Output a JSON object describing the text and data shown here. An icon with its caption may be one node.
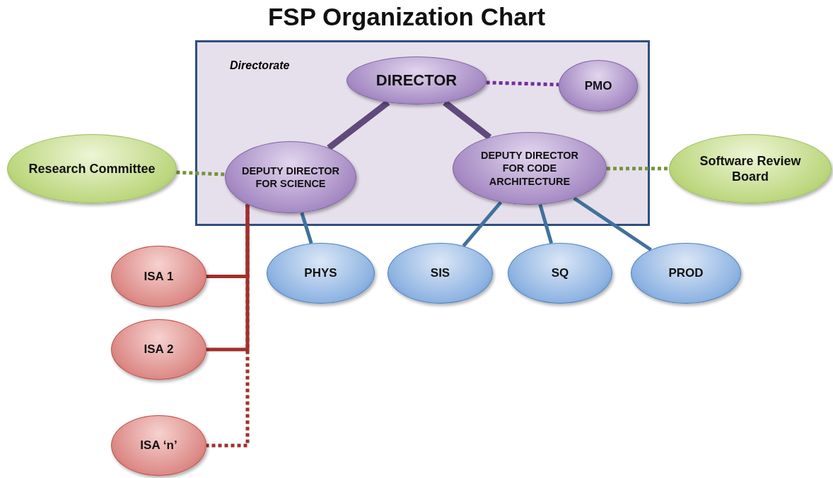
{
  "diagram": {
    "title": "FSP Organization Chart",
    "nodes": [
      {
        "text": [
          "Directorate"
        ]
      },
      {
        "text": [
          "DIRECTOR"
        ],
        "in": 0
      },
      {
        "text": [
          "PMO"
        ],
        "in": 0
      },
      {
        "text": [
          "Research Committee"
        ]
      },
      {
        "text": [
          "DEPUTY DIRECTOR FOR SCIENCE"
        ],
        "in": 0
      },
      {
        "text": [
          "DEPUTY DIRECTOR FOR CODE ARCHITECTURE"
        ],
        "in": 0
      },
      {
        "text": [
          "Software Review Board"
        ]
      },
      {
        "text": [
          "ISA 1"
        ]
      },
      {
        "text": [
          "PHYS"
        ]
      },
      {
        "text": [
          "SIS"
        ]
      },
      {
        "text": [
          "SQ"
        ]
      },
      {
        "text": [
          "PROD"
        ]
      },
      {
        "text": [
          "ISA 2"
        ]
      },
      {
        "text": [
          "ISA ‘n’"
        ]
      }
    ],
    "edges": [
      {
        "from": 1,
        "to": 2,
        "arrow": "none",
        "style": "dashed",
        "color": "#7030a0"
      },
      {
        "from": 1,
        "to": 4,
        "arrow": "none",
        "style": "thick",
        "color": "#604a7b"
      },
      {
        "from": 1,
        "to": 5,
        "arrow": "none",
        "style": "thick",
        "color": "#604a7b"
      },
      {
        "from": 3,
        "to": 4,
        "arrow": "none",
        "style": "dashed",
        "color": "#77933c"
      },
      {
        "from": 5,
        "to": 6,
        "arrow": "none",
        "style": "dashed",
        "color": "#77933c"
      },
      {
        "from": 4,
        "to": 8,
        "arrow": "none"
      },
      {
        "from": 5,
        "to": 9,
        "arrow": "none"
      },
      {
        "from": 5,
        "to": 10,
        "arrow": "none"
      },
      {
        "from": 5,
        "to": 11,
        "arrow": "none"
      },
      {
        "from": 4,
        "to": 7,
        "arrow": "none",
        "color": "#a0302c"
      },
      {
        "from": 4,
        "to": 12,
        "arrow": "none",
        "color": "#a0302c"
      },
      {
        "from": 4,
        "to": 13,
        "arrow": "none",
        "style": "dashed",
        "color": "#a0302c"
      }
    ]
  }
}
